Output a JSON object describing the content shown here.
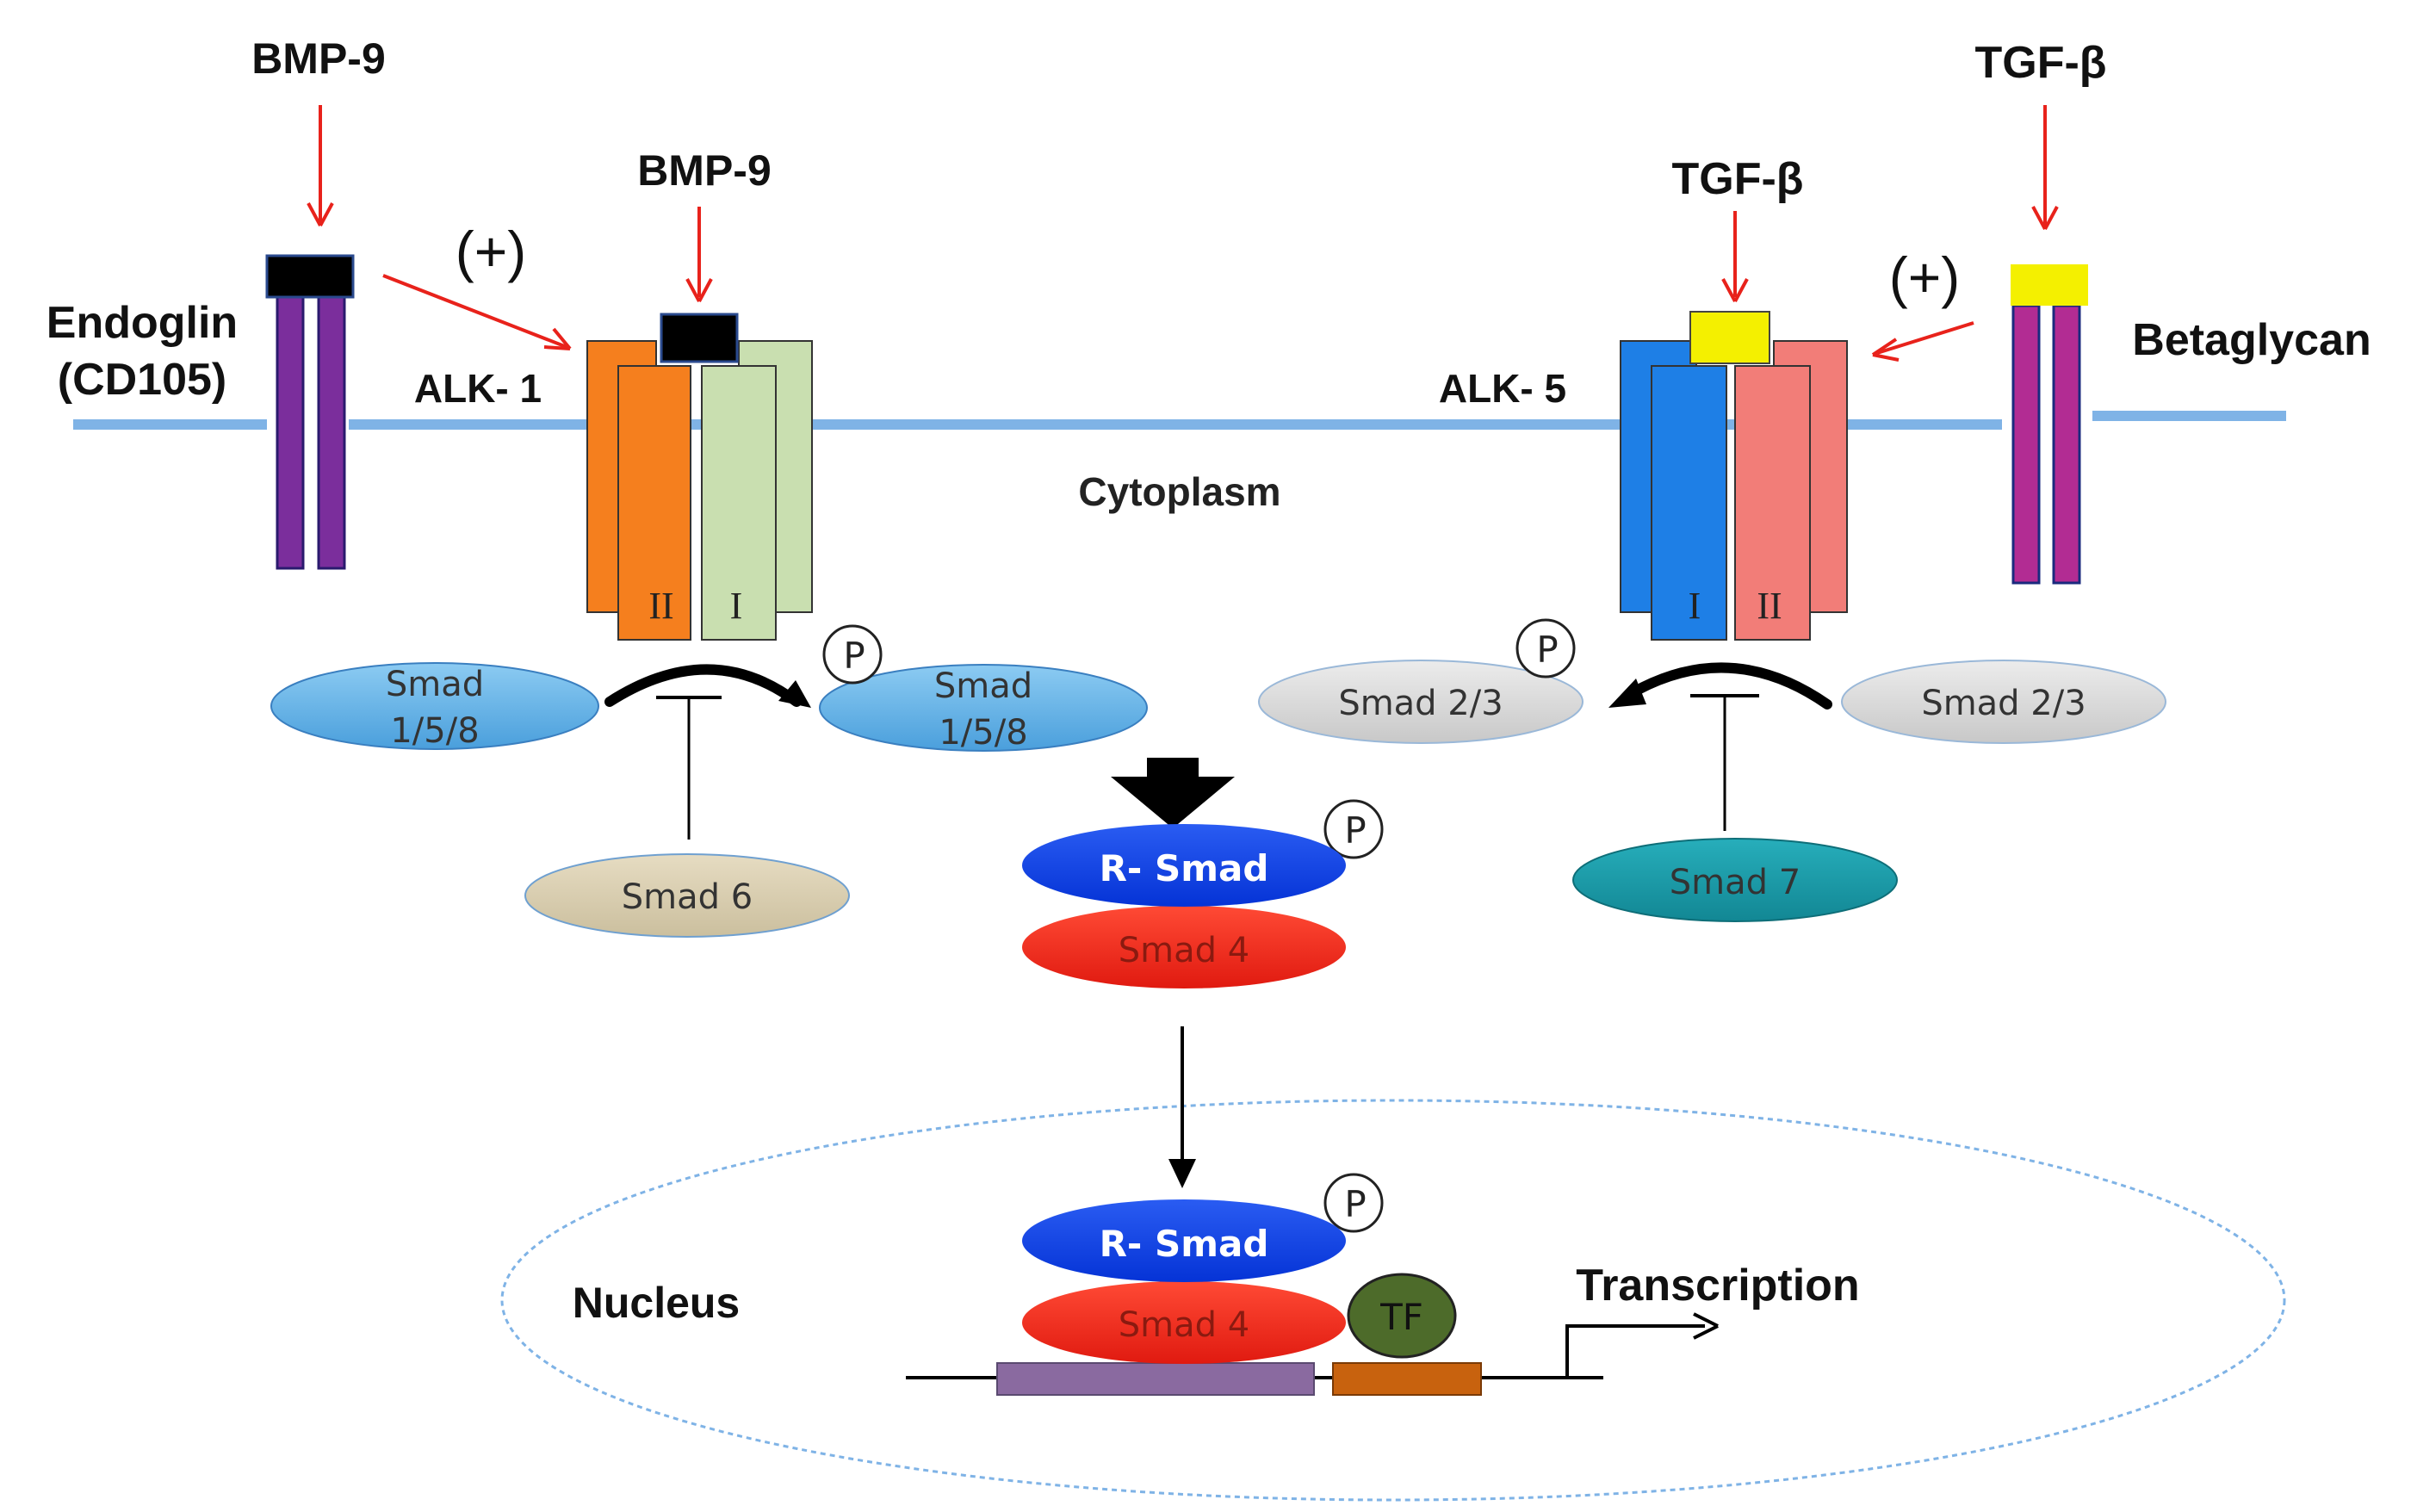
{
  "labels": {
    "ligand_left_top": "BMP-9",
    "ligand_left_receptor": "BMP-9",
    "ligand_right_top": "TGF-β",
    "ligand_right_receptor": "TGF-β",
    "plus_left": "(+)",
    "plus_right": "(+)",
    "endoglin_line1": "Endoglin",
    "endoglin_line2": "(CD105)",
    "betaglycan": "Betaglycan",
    "alk1": "ALK- 1",
    "alk5": "ALK- 5",
    "cytoplasm": "Cytoplasm",
    "nucleus": "Nucleus",
    "transcription": "Transcription"
  },
  "receptor_subunits": {
    "alk1_type2": "II",
    "alk1_type1": "I",
    "alk5_type1": "I",
    "alk5_type2": "II"
  },
  "smads": {
    "left_unphos_line1": "Smad",
    "left_unphos_line2": "1/5/8",
    "left_phos_line1": "Smad",
    "left_phos_line2": "1/5/8",
    "right_phos": "Smad 2/3",
    "right_unphos": "Smad 2/3",
    "smad6": "Smad 6",
    "smad7": "Smad 7",
    "complex_rsmad": "R- Smad",
    "complex_smad4": "Smad 4",
    "nuclear_rsmad": "R- Smad",
    "nuclear_smad4": "Smad 4",
    "tf": "TF"
  },
  "phospho": {
    "p1": "P",
    "p2": "P",
    "p3": "P",
    "p4": "P"
  },
  "colors": {
    "membrane": "#7fb3e6",
    "red_arrow": "#e8221b",
    "endoglin": "#7b2e9c",
    "betaglycan": "#b22c93",
    "bmp9_ligand": "#000000",
    "tgfb_ligand": "#f4f000",
    "alk1_type2": "#f57f1e",
    "alk1_type1": "#c9dfb0",
    "alk5_type1": "#1e7fe6",
    "alk5_type2": "#f27d78",
    "smad158": "#5fb0e8",
    "smad23": "#d9d9d9",
    "smad6": "#d8cdb0",
    "smad7": "#1a9aa8",
    "rsmad": "#0b3fe8",
    "smad4": "#f22a1a",
    "tf": "#4d6b2a",
    "dna_purple": "#8a6aa0",
    "dna_orange": "#c8620e"
  }
}
